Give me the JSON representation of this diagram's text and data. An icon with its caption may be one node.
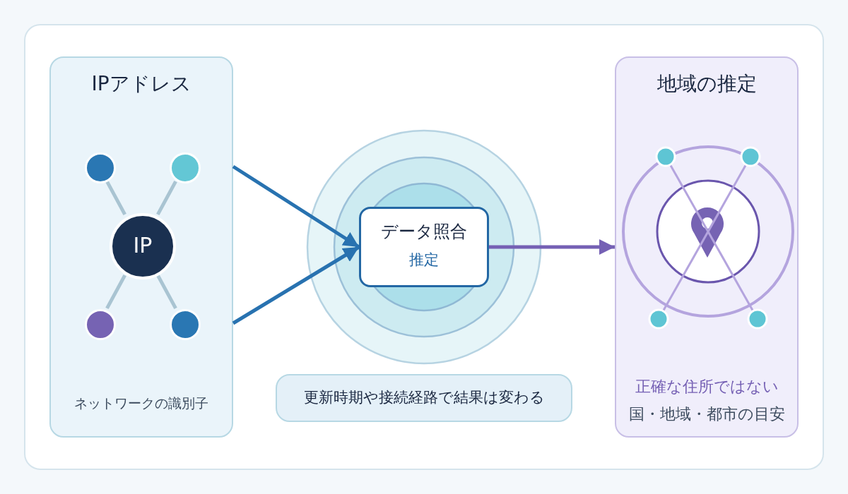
{
  "diagram": {
    "nodes": [
      {
        "text": [
          "IPアドレス",
          "ネットワークの識別子"
        ]
      },
      {
        "text": [
          "IP"
        ],
        "in": 0
      },
      {
        "text": [],
        "shape": "circle",
        "in": 0
      },
      {
        "text": [],
        "shape": "circle",
        "in": 0
      },
      {
        "text": [],
        "shape": "circle",
        "in": 0
      },
      {
        "text": [],
        "shape": "circle",
        "in": 0
      },
      {
        "text": [
          "データ照合",
          "推定"
        ]
      },
      {
        "text": [
          "地域の推定",
          "正確な住所ではない",
          "国・地域・都市の目安"
        ]
      },
      {
        "text": [
          "更新時期や接続経路で結果は変わる"
        ]
      }
    ],
    "edges": [
      {
        "from": 2,
        "to": 1,
        "arrow": "none"
      },
      {
        "from": 3,
        "to": 1,
        "arrow": "none"
      },
      {
        "from": 4,
        "to": 1,
        "arrow": "none"
      },
      {
        "from": 5,
        "to": 1,
        "arrow": "none"
      },
      {
        "from": 0,
        "to": 6,
        "arrow": "to",
        "color": "#2872b0"
      },
      {
        "from": 0,
        "to": 6,
        "arrow": "to",
        "color": "#2872b0"
      },
      {
        "from": 6,
        "to": 7,
        "arrow": "to",
        "color": "#7560b4"
      }
    ]
  }
}
